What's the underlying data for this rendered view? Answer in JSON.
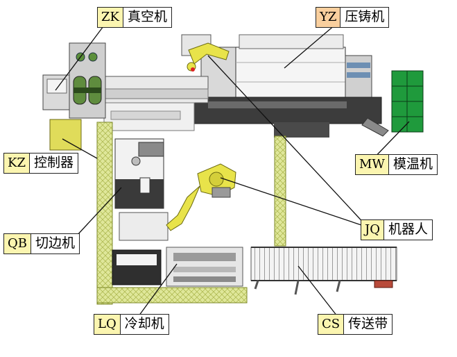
{
  "labels": {
    "zk": {
      "code": "ZK",
      "name": "真空机",
      "color": "#fbf5b0"
    },
    "yz": {
      "code": "YZ",
      "name": "压铸机",
      "color": "#f9cf9e"
    },
    "kz": {
      "code": "KZ",
      "name": "控制器",
      "color": "#fbf5b0"
    },
    "mw": {
      "code": "MW",
      "name": "模温机",
      "color": "#fbf5b0"
    },
    "qb": {
      "code": "QB",
      "name": "切边机",
      "color": "#fbf5b0"
    },
    "jq": {
      "code": "JQ",
      "name": "机器人",
      "color": "#fbf5b0"
    },
    "lq": {
      "code": "LQ",
      "name": "冷却机",
      "color": "#fbf5b0"
    },
    "cs": {
      "code": "CS",
      "name": "传送带",
      "color": "#fbf5b0"
    }
  },
  "colors": {
    "fence": "#c7d36a",
    "robot": "#e8e34a",
    "mold_temp": "#1f9a3c",
    "controller": "#e0dc5a",
    "machine_light": "#f2f2f2",
    "machine_dark": "#3c3c3c"
  }
}
